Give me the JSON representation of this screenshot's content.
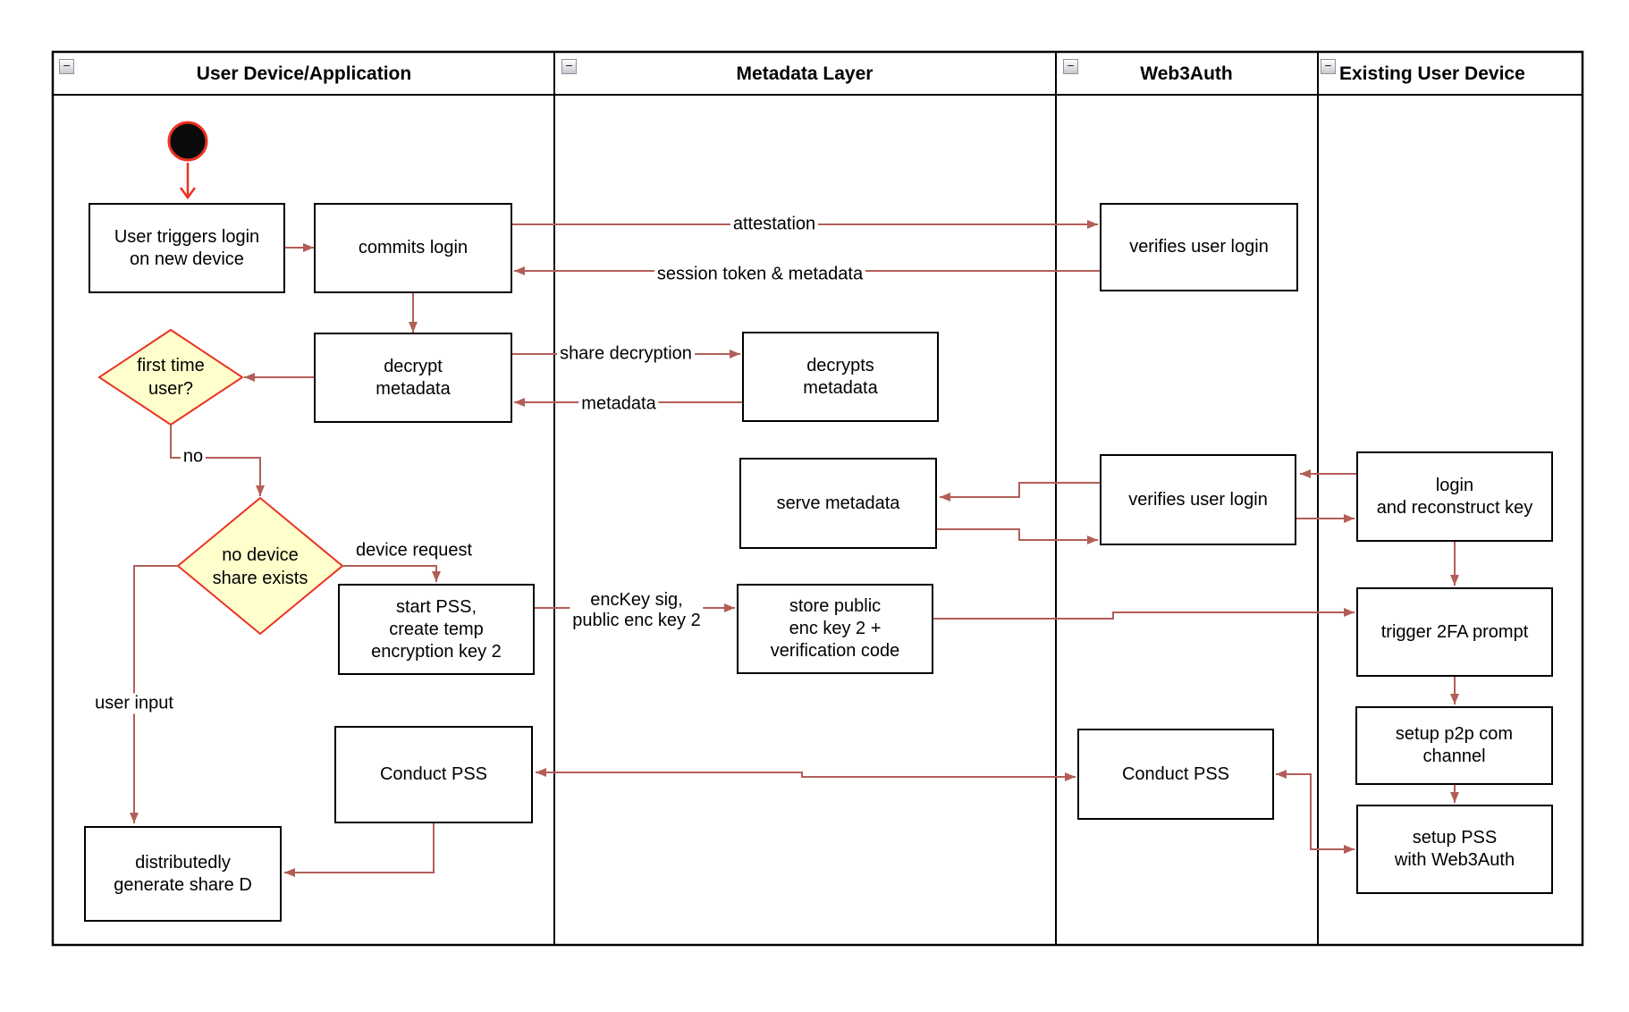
{
  "colors": {
    "arrow_color": "#B25E57",
    "accent_red": "#EB3223",
    "diamond_fill": "#FFFFCC",
    "node_border": "#000000"
  },
  "ui": {
    "collapse_glyph": "−"
  },
  "lanes": [
    {
      "label": "User Device/Application"
    },
    {
      "label": "Metadata Layer"
    },
    {
      "label": "Web3Auth"
    },
    {
      "label": "Existing User Device"
    }
  ],
  "nodes": {
    "user_triggers": {
      "label": "User triggers login\non new device"
    },
    "commits_login": {
      "label": "commits login"
    },
    "decrypt_metadata": {
      "label": "decrypt\nmetadata"
    },
    "first_time_user": {
      "label": "first time\nuser?"
    },
    "no_device_share": {
      "label": "no device\nshare exists"
    },
    "start_pss": {
      "label": "start PSS,\ncreate temp\nencryption key 2"
    },
    "conduct_pss_user": {
      "label": "Conduct PSS"
    },
    "dist_gen_share": {
      "label": "distributedly\ngenerate share D"
    },
    "decrypts_metadata": {
      "label": "decrypts\nmetadata"
    },
    "serve_metadata": {
      "label": "serve metadata"
    },
    "store_public": {
      "label": "store public\nenc key 2 +\nverification code"
    },
    "verifies_login_1": {
      "label": "verifies user login"
    },
    "verifies_login_2": {
      "label": "verifies user login"
    },
    "conduct_pss_w3a": {
      "label": "Conduct PSS"
    },
    "login_reconstruct": {
      "label": "login\nand reconstruct key"
    },
    "trigger_2fa": {
      "label": "trigger 2FA prompt"
    },
    "setup_p2p": {
      "label": "setup p2p com\nchannel"
    },
    "setup_pss": {
      "label": "setup PSS\nwith Web3Auth"
    }
  },
  "edges": {
    "attestation": {
      "label": "attestation"
    },
    "session_token": {
      "label": "session token & metadata"
    },
    "share_decryption": {
      "label": "share decryption"
    },
    "metadata": {
      "label": "metadata"
    },
    "no": {
      "label": "no"
    },
    "device_request": {
      "label": "device request"
    },
    "user_input": {
      "label": "user input"
    },
    "enc_key": {
      "label": "encKey sig,\npublic enc key 2"
    }
  }
}
